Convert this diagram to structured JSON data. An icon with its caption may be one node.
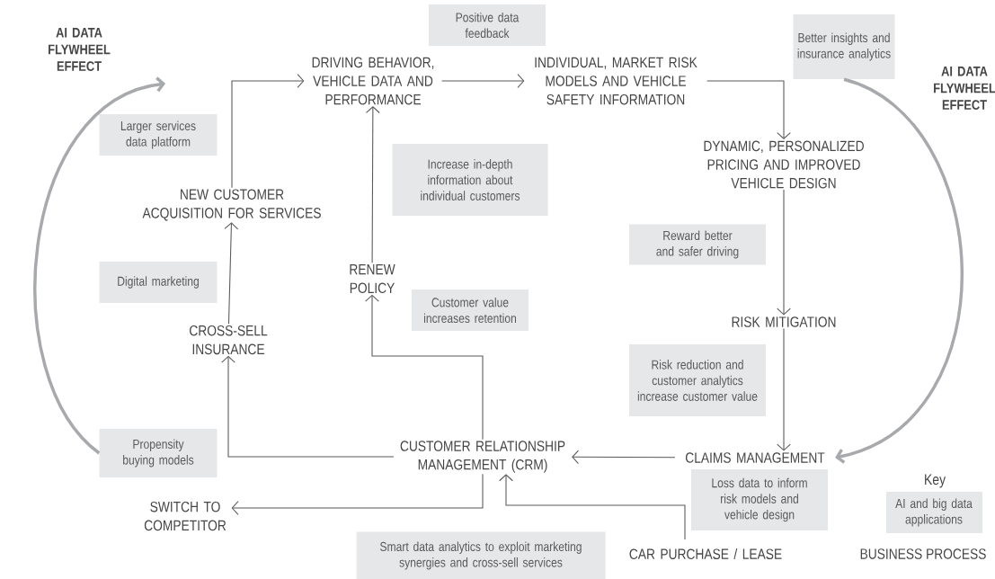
{
  "diagram": {
    "nodes": [
      {
        "text": [
          "DRIVING BEHAVIOR, VEHICLE DATA AND PERFORMANCE"
        ]
      },
      {
        "text": [
          "INDIVIDUAL, MARKET RISK MODELS AND VEHICLE SAFETY INFORMATION"
        ]
      },
      {
        "text": [
          "DYNAMIC, PERSONALIZED PRICING AND IMPROVED VEHICLE DESIGN"
        ]
      },
      {
        "text": [
          "RISK MITIGATION"
        ]
      },
      {
        "text": [
          "CLAIMS MANAGEMENT"
        ]
      },
      {
        "text": [
          "CUSTOMER RELATIONSHIP MANAGEMENT (CRM)"
        ]
      },
      {
        "text": [
          "CAR PURCHASE / LEASE"
        ]
      },
      {
        "text": [
          "SWITCH TO COMPETITOR"
        ]
      },
      {
        "text": [
          "CROSS-SELL INSURANCE"
        ]
      },
      {
        "text": [
          "NEW CUSTOMER ACQUISITION FOR SERVICES"
        ]
      },
      {
        "text": [
          "RENEW POLICY"
        ]
      },
      {
        "text": [
          "Positive data feedback"
        ]
      },
      {
        "text": [
          "Better insights and insurance analytics"
        ]
      },
      {
        "text": [
          "Larger services data platform"
        ]
      },
      {
        "text": [
          "Increase in-depth information about individual customers"
        ]
      },
      {
        "text": [
          "Reward better and safer driving"
        ]
      },
      {
        "text": [
          "Digital marketing"
        ]
      },
      {
        "text": [
          "Customer value increases retention"
        ]
      },
      {
        "text": [
          "Risk reduction and customer analytics increase customer value"
        ]
      },
      {
        "text": [
          "Propensity buying models"
        ]
      },
      {
        "text": [
          "Loss data to inform risk models and vehicle design"
        ]
      },
      {
        "text": [
          "Smart data analytics to exploit marketing synergies and cross-sell services"
        ]
      }
    ],
    "edges": [
      {
        "from": 0,
        "to": 1,
        "arrow": "to"
      },
      {
        "from": 1,
        "to": 2,
        "arrow": "to"
      },
      {
        "from": 2,
        "to": 3,
        "arrow": "to"
      },
      {
        "from": 3,
        "to": 4,
        "arrow": "to"
      },
      {
        "from": 4,
        "to": 5,
        "arrow": "to"
      },
      {
        "from": 5,
        "to": 8,
        "arrow": "to"
      },
      {
        "from": 5,
        "to": 10,
        "arrow": "to"
      },
      {
        "from": 5,
        "to": 7,
        "arrow": "to"
      },
      {
        "from": 6,
        "to": 5,
        "arrow": "to"
      },
      {
        "from": 8,
        "to": 9,
        "arrow": "to"
      },
      {
        "from": 9,
        "to": 0,
        "arrow": "to"
      },
      {
        "from": 10,
        "to": 0,
        "arrow": "to"
      },
      {
        "from": 12,
        "to": 4,
        "arrow": "to",
        "style": "thick",
        "color": "#a7a9ac"
      },
      {
        "from": 19,
        "to": null,
        "arrow": "to",
        "style": "thick",
        "color": "#a7a9ac"
      }
    ],
    "labels": [
      "AI DATA FLYWHEEL EFFECT",
      "AI DATA FLYWHEEL EFFECT",
      "Key"
    ],
    "legend": [
      {
        "text": "AI and big data applications",
        "color": "#e6e7e8"
      },
      {
        "text": "BUSINESS PROCESS"
      }
    ]
  }
}
